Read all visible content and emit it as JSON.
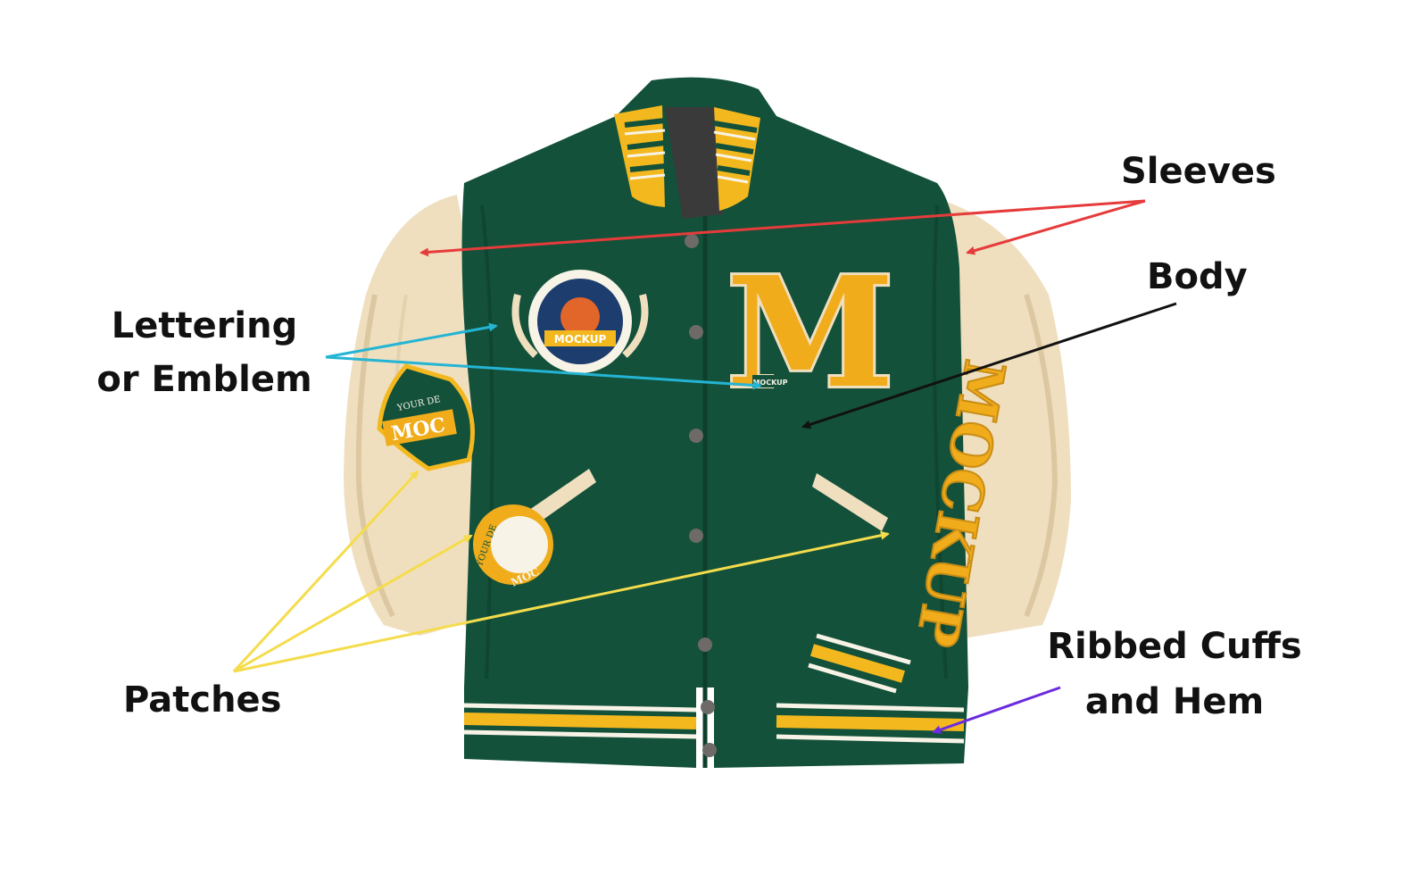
{
  "jacket": {
    "chest_letter": "M",
    "sleeve_text": "MOCKUP",
    "emblem_banner": "MOCKUP",
    "emblem_small": "MOCKUP",
    "patch_top_text": "MOC",
    "patch_top_arc": "YOUR DE",
    "patch_round_text": "MOC",
    "patch_round_arc": "YOUR DE",
    "colors": {
      "body": "#13513a",
      "body_dark": "#0d3f2c",
      "sleeve": "#efdfbf",
      "sleeve_shade": "#dcc8a0",
      "stripe_yellow": "#f4b81f",
      "stripe_white": "#f7f3e6",
      "letter_gold": "#f0ac1a",
      "snap": "#6e6a67",
      "lining": "#3a3a3a"
    }
  },
  "labels": {
    "sleeves": "Sleeves",
    "body": "Body",
    "lettering_line1": "Lettering",
    "lettering_line2": "or Emblem",
    "patches": "Patches",
    "cuffs_line1": "Ribbed Cuffs",
    "cuffs_line2": "and Hem"
  },
  "arrow_colors": {
    "sleeves": "#e63b3b",
    "body": "#111111",
    "lettering": "#24b4d4",
    "patches": "#f5dc4c",
    "cuffs": "#6a2be0"
  }
}
